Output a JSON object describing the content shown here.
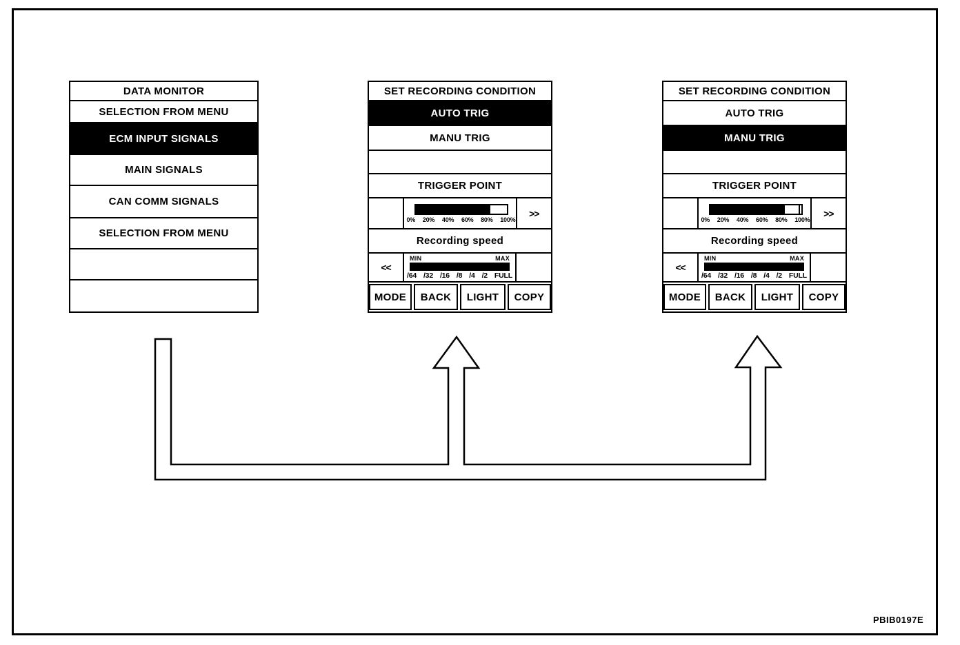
{
  "figure": {
    "code": "PBIB0197E"
  },
  "data_monitor_panel": {
    "rows": [
      {
        "label": "DATA MONITOR",
        "selected": false
      },
      {
        "label": "SELECTION FROM MENU",
        "selected": false
      },
      {
        "label": "ECM INPUT SIGNALS",
        "selected": true
      },
      {
        "label": "MAIN SIGNALS",
        "selected": false
      },
      {
        "label": "CAN COMM SIGNALS",
        "selected": false
      },
      {
        "label": "SELECTION FROM MENU",
        "selected": false
      },
      {
        "label": "",
        "selected": false
      },
      {
        "label": "",
        "selected": false
      }
    ]
  },
  "recording_panels": [
    {
      "title": "SET RECORDING CONDITION",
      "auto_trig": {
        "label": "AUTO TRIG",
        "selected": true
      },
      "manu_trig": {
        "label": "MANU TRIG",
        "selected": false
      },
      "trigger_point": {
        "label": "TRIGGER POINT",
        "bar_percent": 82,
        "tick_percent": null,
        "scale_labels": [
          "0%",
          "20%",
          "40%",
          "60%",
          "80%",
          "100%"
        ],
        "forward_button": ">>"
      },
      "recording_speed": {
        "label": "Recording speed",
        "min_label": "MIN",
        "max_label": "MAX",
        "bar_percent": 100,
        "scale_labels": [
          "/64",
          "/32",
          "/16",
          "/8",
          "/4",
          "/2",
          "FULL"
        ],
        "back_button": "<<"
      },
      "buttons": [
        "MODE",
        "BACK",
        "LIGHT",
        "COPY"
      ]
    },
    {
      "title": "SET RECORDING CONDITION",
      "auto_trig": {
        "label": "AUTO TRIG",
        "selected": false
      },
      "manu_trig": {
        "label": "MANU TRIG",
        "selected": true
      },
      "trigger_point": {
        "label": "TRIGGER POINT",
        "bar_percent": 82,
        "tick_percent": 97,
        "scale_labels": [
          "0%",
          "20%",
          "40%",
          "60%",
          "80%",
          "100%"
        ],
        "forward_button": ">>"
      },
      "recording_speed": {
        "label": "Recording speed",
        "min_label": "MIN",
        "max_label": "MAX",
        "bar_percent": 100,
        "scale_labels": [
          "/64",
          "/32",
          "/16",
          "/8",
          "/4",
          "/2",
          "FULL"
        ],
        "back_button": "<<"
      },
      "buttons": [
        "MODE",
        "BACK",
        "LIGHT",
        "COPY"
      ]
    }
  ]
}
